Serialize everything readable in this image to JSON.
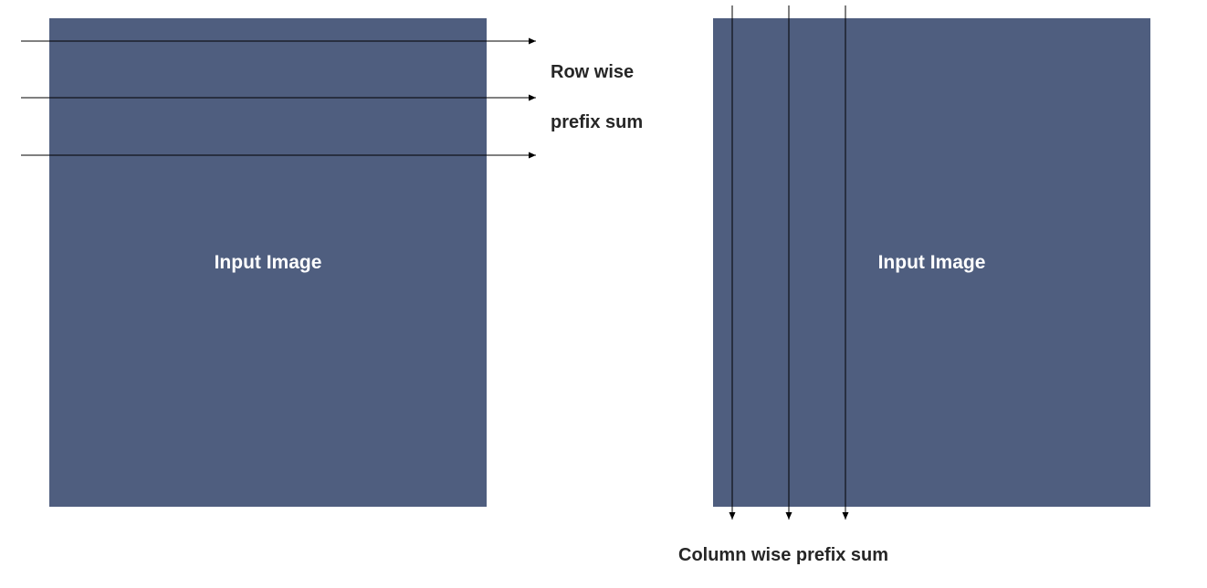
{
  "colors": {
    "panel_fill": "#4f5e7f",
    "arrow_stroke": "#000000",
    "caption_text": "#262626",
    "panel_text": "#ffffff"
  },
  "left_panel": {
    "label": "Input Image",
    "caption_line_1": "Row wise",
    "caption_line_2": "prefix sum",
    "arrow_count": 3
  },
  "right_panel": {
    "label": "Input Image",
    "caption": "Column wise prefix sum",
    "arrow_count": 3
  }
}
